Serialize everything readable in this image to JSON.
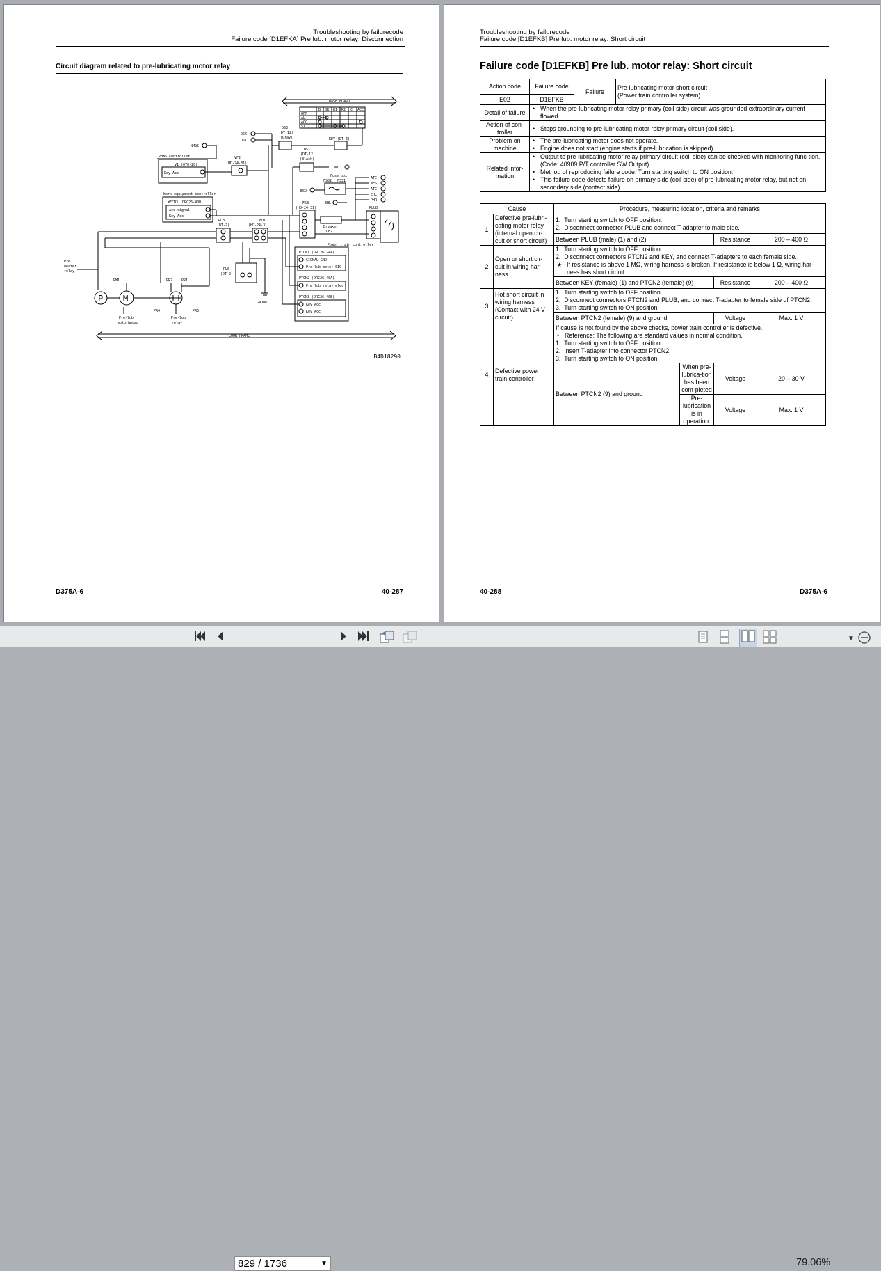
{
  "left_page": {
    "header_line1": "Troubleshooting by failurecode",
    "header_line2": "Failure code [D1EFKA] Pre lub. motor relay: Disconnection",
    "section_title": "Circuit diagram related to pre-lubricating motor relay",
    "diagram_id": "B4D18290",
    "footer_left": "D375A-6",
    "footer_right": "40-287",
    "diagram_labels": {
      "base_board": "BASE BOARD",
      "floor_frame": "FLOOR FRAME",
      "vhms_controller": "VHMS controller",
      "v1": "V1 (070-20)",
      "key_acc": "Key Acc",
      "vf2": "VF2",
      "vf2_type": "(HD-24-31)",
      "ds3": "DS3",
      "ds3_type": "(DT-12)",
      "ds3_color": "(Gray)",
      "key": "KEY (DT-6)",
      "ds1": "DS1",
      "ds1_type": "(DT-12)",
      "ds1_color": "(Black)",
      "work_eq_controller": "Work equipment controller",
      "wecn3": "WECN3 (DRC26-40B)",
      "acc_signal": "Acc signal",
      "fuse_box": "Fuse box",
      "fs32": "FS32",
      "fs31": "FS31",
      "fsb": "FSB",
      "fsb_type": "(HD-24-31)",
      "breaker": "Breaker",
      "cb2": "CB2",
      "plub": "PLUB",
      "plb": "PLB",
      "plb_type": "(DT-2)",
      "fd1": "FD1",
      "fd1_type": "(HD-24-31)",
      "pls": "PLS",
      "pls_type": "(DT-2)",
      "power_train_controller": "Power train controller",
      "ptcn1": "PTCN1 (DRC26-24A)",
      "signal_gnd": "SIGNAL GND",
      "pre_lub_motor_sig": "Pre lub motor SIG",
      "ptcn2": "PTCN2 (DRC26-40A)",
      "pre_lub_relay_elec": "Pre lub relay elec",
      "ptcn3": "PTCN3 (DRC26-40B)",
      "key_acc2": "Key Acc",
      "pre_heater_relay_1": "Pre",
      "pre_heater_relay_2": "heater",
      "pre_heater_relay_3": "relay",
      "pre_lub_motor_pump_1": "Pre-lub",
      "pre_lub_motor_pump_2": "motor&pump",
      "pre_lub_relay_1": "Pre-lub",
      "pre_lub_relay_2": "relay",
      "gnd": "GND08",
      "ds4": "DS4",
      "ds1b": "DS1",
      "nms2": "NMS2",
      "cn01": "CN01",
      "atc": "ATC",
      "nfs": "NFS",
      "atc2": "ATC",
      "ehl": "EHL",
      "phr": "PHR",
      "esd": "ESD",
      "ehl2": "EHL",
      "p": "P",
      "m": "M",
      "b": "B",
      "br": "BR",
      "r1": "R1",
      "r2": "R2",
      "c": "C",
      "acc": "ACC",
      "off": "OFF",
      "al": "AL",
      "st": "ST",
      "pm1": "PM1",
      "pr2": "PR2",
      "pr1": "PR1",
      "pr4": "PR4",
      "pr3": "PR3"
    }
  },
  "right_page": {
    "header_line1": "Troubleshooting by failurecode",
    "header_line2": "Failure code [D1EFKB] Pre lub. motor relay: Short circuit",
    "title": "Failure code [D1EFKB] Pre lub. motor relay: Short circuit",
    "info": {
      "action_code_label": "Action code",
      "failure_code_label": "Failure code",
      "failure_label": "Failure",
      "failure_desc": "Pre-lubricating motor short circuit\n(Power train controller system)",
      "action_code": "E02",
      "failure_code": "D1EFKB",
      "detail_label": "Detail of failure",
      "detail": "When the pre-lubricating motor relay primary (coil side) circuit  was grounded extraordinary current flowed.",
      "action_label": "Action of con-\ntroller",
      "action": "Stops grounding to pre-lubricating motor relay primary circuit (coil side).",
      "problem_label": "Problem on\nmachine",
      "problems": [
        "The pre-lubricating motor does not operate.",
        "Engine does not start (engine starts if pre-lubrication is skipped)."
      ],
      "related_label": "Related infor-\nmation",
      "related": [
        "Output to pre-lubricating motor relay primary circuit (coil side) can be checked with monitoring func-tion. (Code: 40909 P/T controller SW Output)",
        "Method of reproducing failure code: Turn starting switch to ON position.",
        "This failure code detects failure on primary side (coil side) of pre-lubricating motor relay, but not on secondary side (contact side)."
      ]
    },
    "cause_header": "Cause",
    "procedure_header": "Procedure, measuring location, criteria and remarks",
    "causes": [
      {
        "no": "1",
        "cause": "Defective pre-lubri-cating motor relay (internal open cir-cuit or short circuit)",
        "steps": [
          "1.  Turn starting switch to OFF position.",
          "2.  Disconnect connector PLUB and connect T-adapter to male side."
        ],
        "measure": "Between PLUB (male) (1) and (2)",
        "kind": "Resistance",
        "value": "200 – 400 Ω"
      },
      {
        "no": "2",
        "cause": "Open or short cir-cuit in wiring har-ness",
        "steps": [
          "1.  Turn starting switch to OFF position.",
          "2.  Disconnect connectors PTCN2 and KEY, and connect T-adapters to each female side."
        ],
        "note": "If resistance is above 1 MΩ, wiring harness is broken. If resistance is below 1 Ω, wiring har-ness has short circuit.",
        "measure": "Between KEY (female) (1) and PTCN2 (female) (9)",
        "kind": "Resistance",
        "value": "200 – 400 Ω"
      },
      {
        "no": "3",
        "cause": "Hot short circuit in wiring harness (Contact with 24 V circuit)",
        "steps": [
          "1.  Turn starting switch to OFF position.",
          "2.  Disconnect connectors PTCN2 and PLUB, and connect T-adapter to female side of PTCN2.",
          "3.  Turn starting switch to ON position."
        ],
        "measure": "Between PTCN2 (female) (9) and ground",
        "kind": "Voltage",
        "value": "Max. 1 V"
      },
      {
        "no": "4",
        "cause": "Defective power train controller",
        "intro": "If cause is not found by the above checks, power train controller is defective.",
        "reference": "Reference: The following are standard values in normal condition.",
        "steps": [
          "1.  Turn starting switch to OFF position.",
          "2.  Insert T-adapter into connector PTCN2.",
          "3.  Turn starting switch to ON position."
        ],
        "measure": "Between PTCN2 (9) and ground",
        "cond1": "When pre-lubrica-tion has been com-pleted",
        "kind1": "Voltage",
        "value1": "20 – 30 V",
        "cond2": "Pre-lubrication is in operation.",
        "kind2": "Voltage",
        "value2": "Max. 1 V"
      }
    ],
    "footer_left": "40-288",
    "footer_right": "D375A-6"
  },
  "toolbar": {
    "page_value": "829 / 1736",
    "zoom": "79.06%"
  }
}
